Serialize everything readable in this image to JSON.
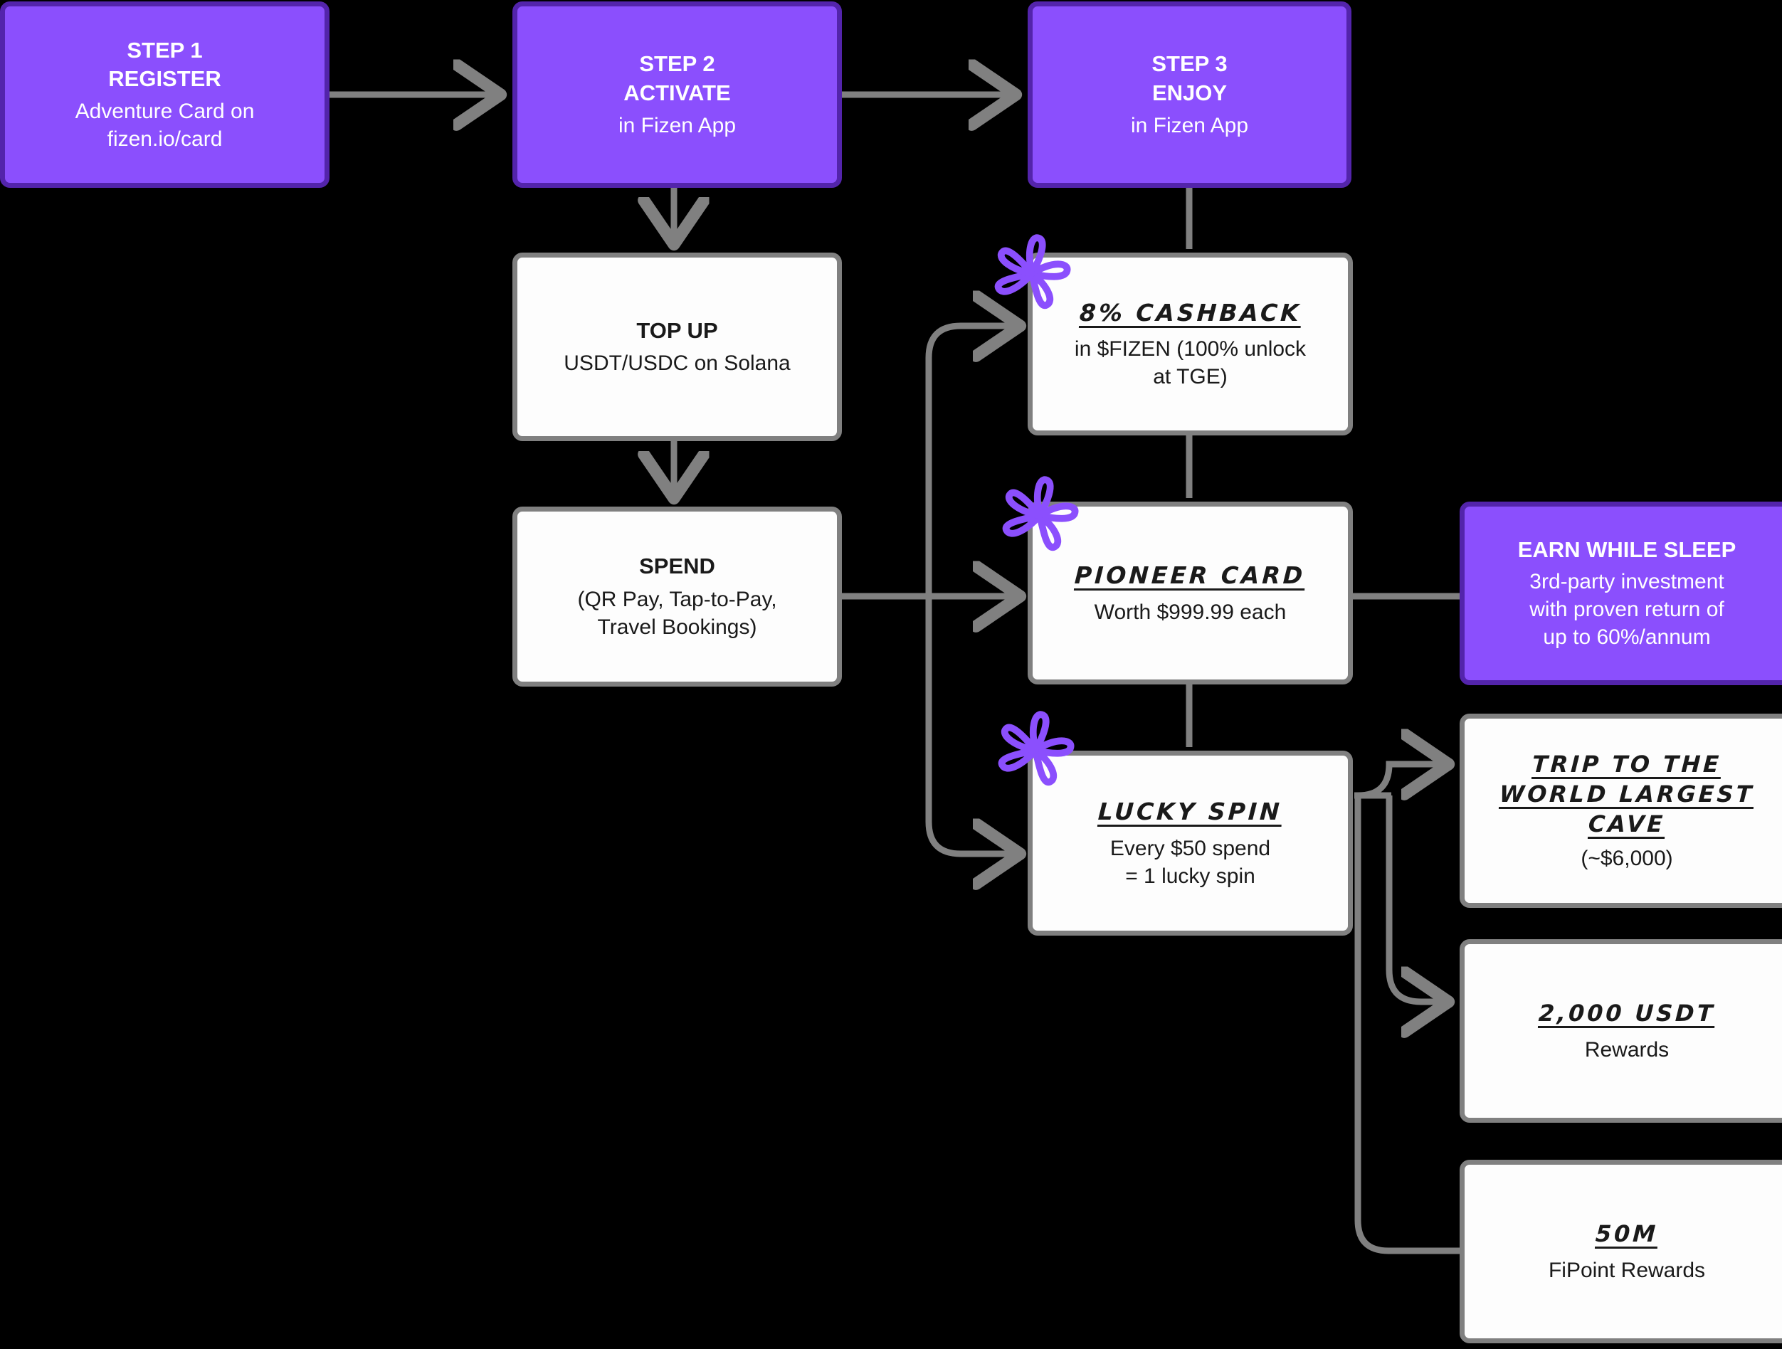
{
  "theme": {
    "background": "#000000",
    "accent_purple": "#8b4ffd",
    "accent_purple_border": "#5324ab",
    "white_card": "#fdfdfd",
    "white_card_border": "#808080",
    "connector_gray": "#808080",
    "text_dark": "#1a1a1a",
    "text_light": "#ffffff"
  },
  "nodes": {
    "step1": {
      "eyebrow": "STEP 1",
      "title": "REGISTER",
      "line1": "Adventure Card on",
      "line2": "fizen.io/card"
    },
    "step2": {
      "eyebrow": "STEP 2",
      "title": "ACTIVATE",
      "line1": "in Fizen App"
    },
    "step3": {
      "eyebrow": "STEP 3",
      "title": "ENJOY",
      "line1": "in Fizen App"
    },
    "topup": {
      "title": "TOP UP",
      "line1": "USDT/USDC on Solana"
    },
    "spend": {
      "title": "SPEND",
      "line1": "(QR Pay, Tap-to-Pay,",
      "line2": "Travel Bookings)"
    },
    "cashback": {
      "headline": "8% CASHBACK",
      "line1": "in $FIZEN (100% unlock",
      "line2": "at TGE)"
    },
    "pioneer": {
      "headline": "PIONEER CARD",
      "line1": "Worth $999.99 each"
    },
    "luckyspin": {
      "headline": "LUCKY SPIN",
      "line1": "Every $50 spend",
      "line2": "= 1 lucky spin"
    },
    "earn": {
      "title": "EARN WHILE SLEEP",
      "line1": "3rd-party investment",
      "line2": "with proven return of",
      "line3": "up to 60%/annum"
    },
    "trip": {
      "headline_l1": "TRIP TO THE",
      "headline_l2": "WORLD LARGEST",
      "headline_l3": "CAVE",
      "line1": "(~$6,000)"
    },
    "usdt": {
      "headline": "2,000 USDT",
      "line1": "Rewards"
    },
    "fipoint": {
      "headline": "50M",
      "line1": "FiPoint Rewards"
    }
  },
  "decorations": {
    "star_label": "purple-flower-doodle",
    "star_color": "#8b4ffd",
    "count": 3
  }
}
